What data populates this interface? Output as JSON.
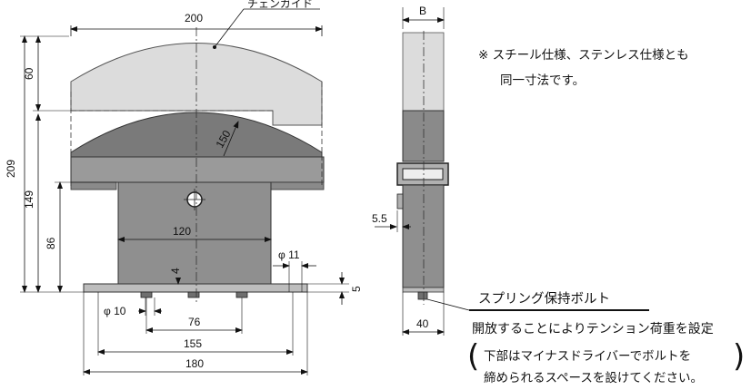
{
  "labels": {
    "chain_guide": "チェンガイド",
    "width_200": "200",
    "height_60": "60",
    "height_209": "209",
    "height_149": "149",
    "height_86": "86",
    "radius_150": "150",
    "width_120": "120",
    "height_4": "4",
    "dia_11": "φ 11",
    "dia_10": "φ 10",
    "width_76": "76",
    "width_155": "155",
    "width_180": "180",
    "height_5": "5",
    "side_b": "B",
    "side_5_5": "5.5",
    "side_40": "40"
  },
  "notes": {
    "material_line1": "※ スチール仕様、ステンレス仕様とも",
    "material_line2": "同一寸法です。",
    "spring_bolt_title": "スプリング保持ボルト",
    "spring_bolt_desc": "開放することによりテンション荷重を設定",
    "spring_bolt_sub1": "下部はマイナスドライバーでボルトを",
    "spring_bolt_sub2": "締められるスペースを設けてください。"
  },
  "colors": {
    "guide_light": "#dcdcdc",
    "body_gray": "#8f8f8f",
    "dark_gray": "#6f6f6f",
    "line": "#111111"
  }
}
